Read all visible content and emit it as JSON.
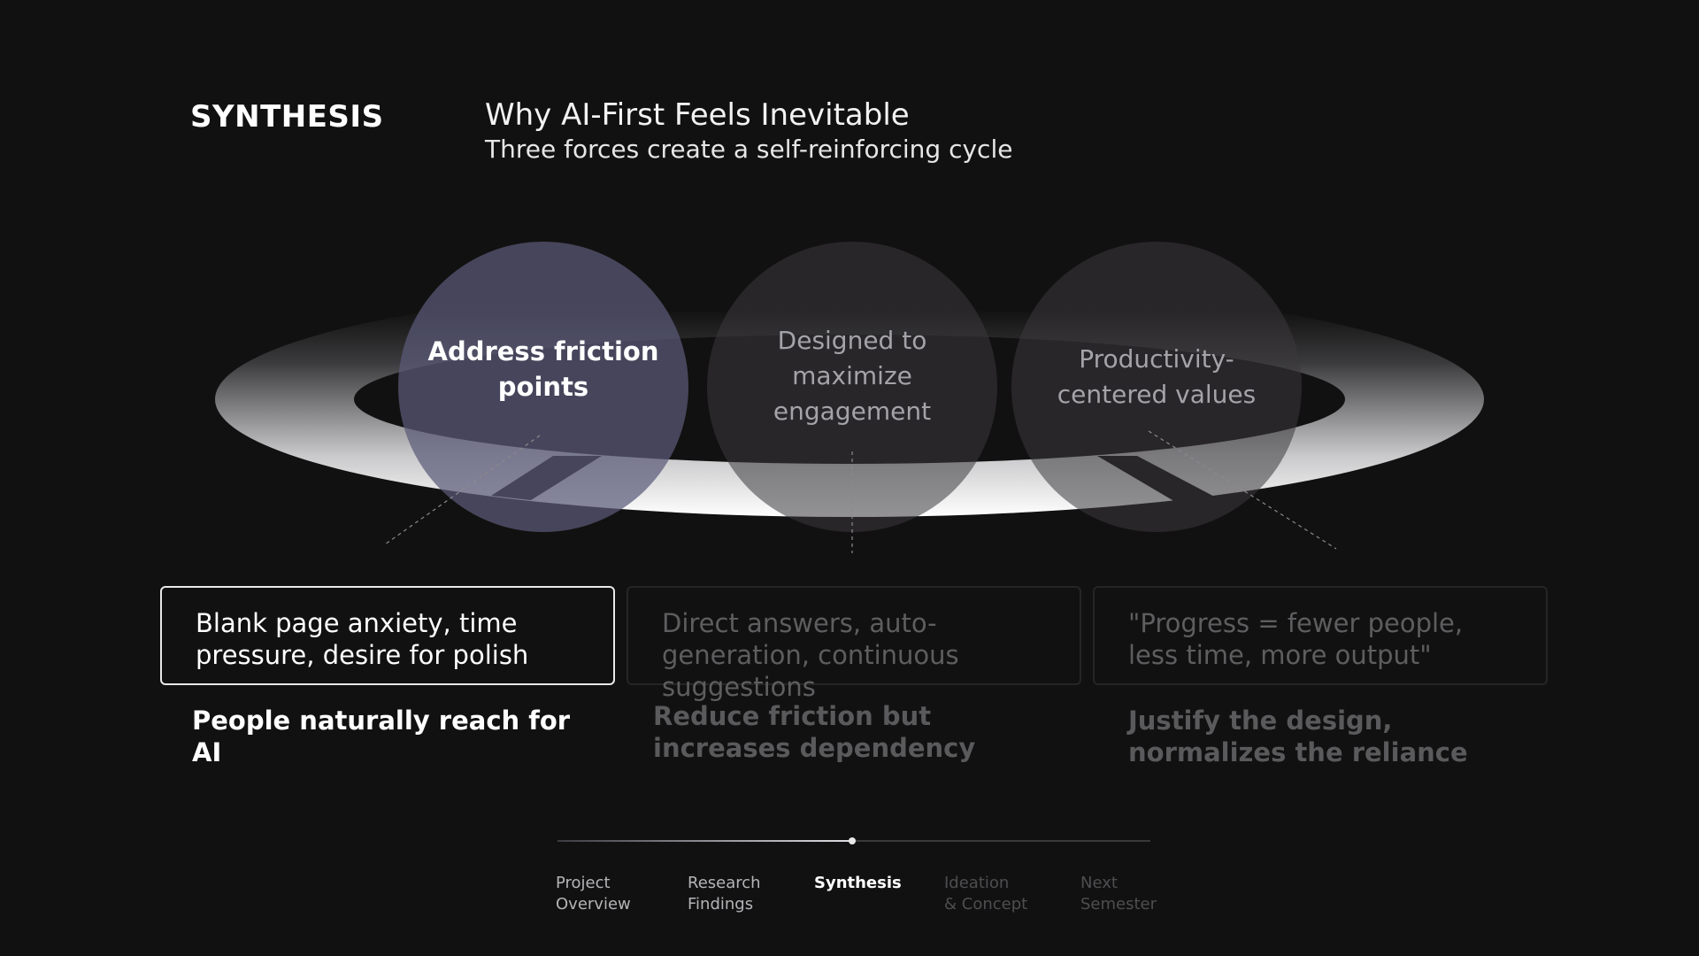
{
  "section_label": "SYNTHESIS",
  "title": "Why AI-First Feels Inevitable",
  "subtitle": "Three forces create a self-reinforcing cycle",
  "forces": [
    {
      "label": "Address friction points",
      "state": "active",
      "detail": "Blank page anxiety, time pressure, desire for polish",
      "outcome": "People naturally reach for AI"
    },
    {
      "label": "Designed to maximize engagement",
      "state": "dim",
      "detail": "Direct answers, auto-generation, continuous suggestions",
      "outcome": "Reduce friction but increases dependency"
    },
    {
      "label": "Productivity-centered values",
      "state": "dim",
      "detail": "\"Progress = fewer people, less time, more output\"",
      "outcome": "Justify the design, normalizes the reliance"
    }
  ],
  "nav": {
    "items": [
      {
        "line1": "Project",
        "line2": "Overview",
        "state": "past"
      },
      {
        "line1": "Research",
        "line2": "Findings",
        "state": "past"
      },
      {
        "line1": "Synthesis",
        "line2": "",
        "state": "current"
      },
      {
        "line1": "Ideation",
        "line2": "& Concept",
        "state": "future"
      },
      {
        "line1": "Next",
        "line2": "Semester",
        "state": "future"
      }
    ],
    "progress": 0.5
  },
  "colors": {
    "background": "#121111",
    "active_circle": "#45445a",
    "dim_circle": "#2a292c"
  }
}
